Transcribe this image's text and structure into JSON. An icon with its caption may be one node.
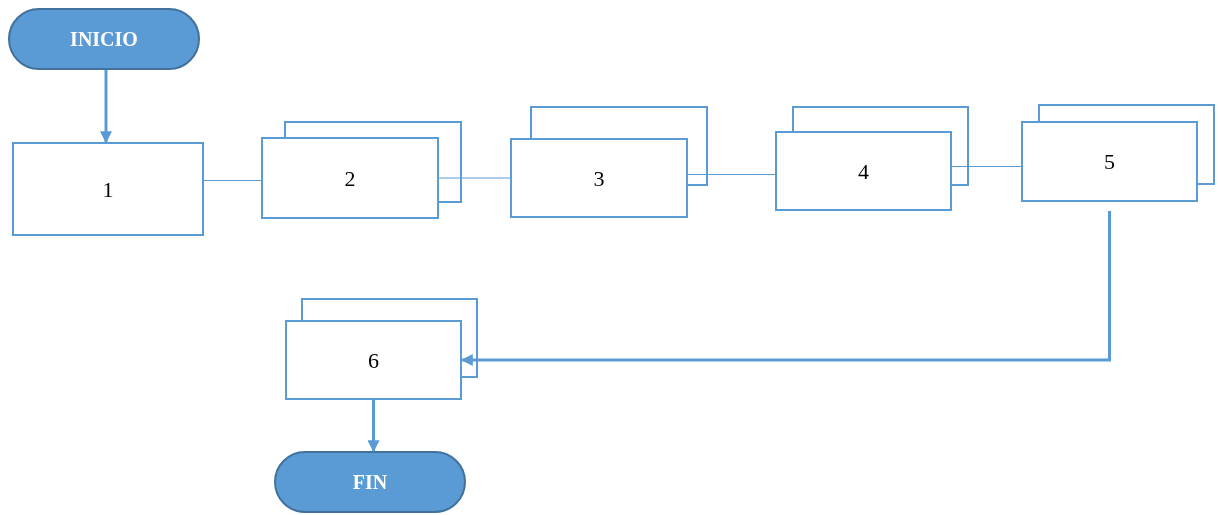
{
  "diagram": {
    "nodes": [
      {
        "text": [
          "INICIO"
        ]
      },
      {
        "text": [
          "1"
        ]
      },
      {
        "text": [
          "2"
        ]
      },
      {
        "text": [
          "3"
        ]
      },
      {
        "text": [
          "4"
        ]
      },
      {
        "text": [
          "5"
        ]
      },
      {
        "text": [
          "6"
        ]
      },
      {
        "text": [
          "FIN"
        ]
      }
    ],
    "edges": [
      {
        "from": 0,
        "to": 1,
        "arrow": "to",
        "style": "thick"
      },
      {
        "from": 1,
        "to": 2,
        "arrow": "none"
      },
      {
        "from": 2,
        "to": 3,
        "arrow": "none"
      },
      {
        "from": 3,
        "to": 4,
        "arrow": "none"
      },
      {
        "from": 4,
        "to": 5,
        "arrow": "none"
      },
      {
        "from": 5,
        "to": 6,
        "arrow": "to",
        "style": "thick"
      },
      {
        "from": 6,
        "to": 7,
        "arrow": "to",
        "style": "thick"
      }
    ]
  }
}
